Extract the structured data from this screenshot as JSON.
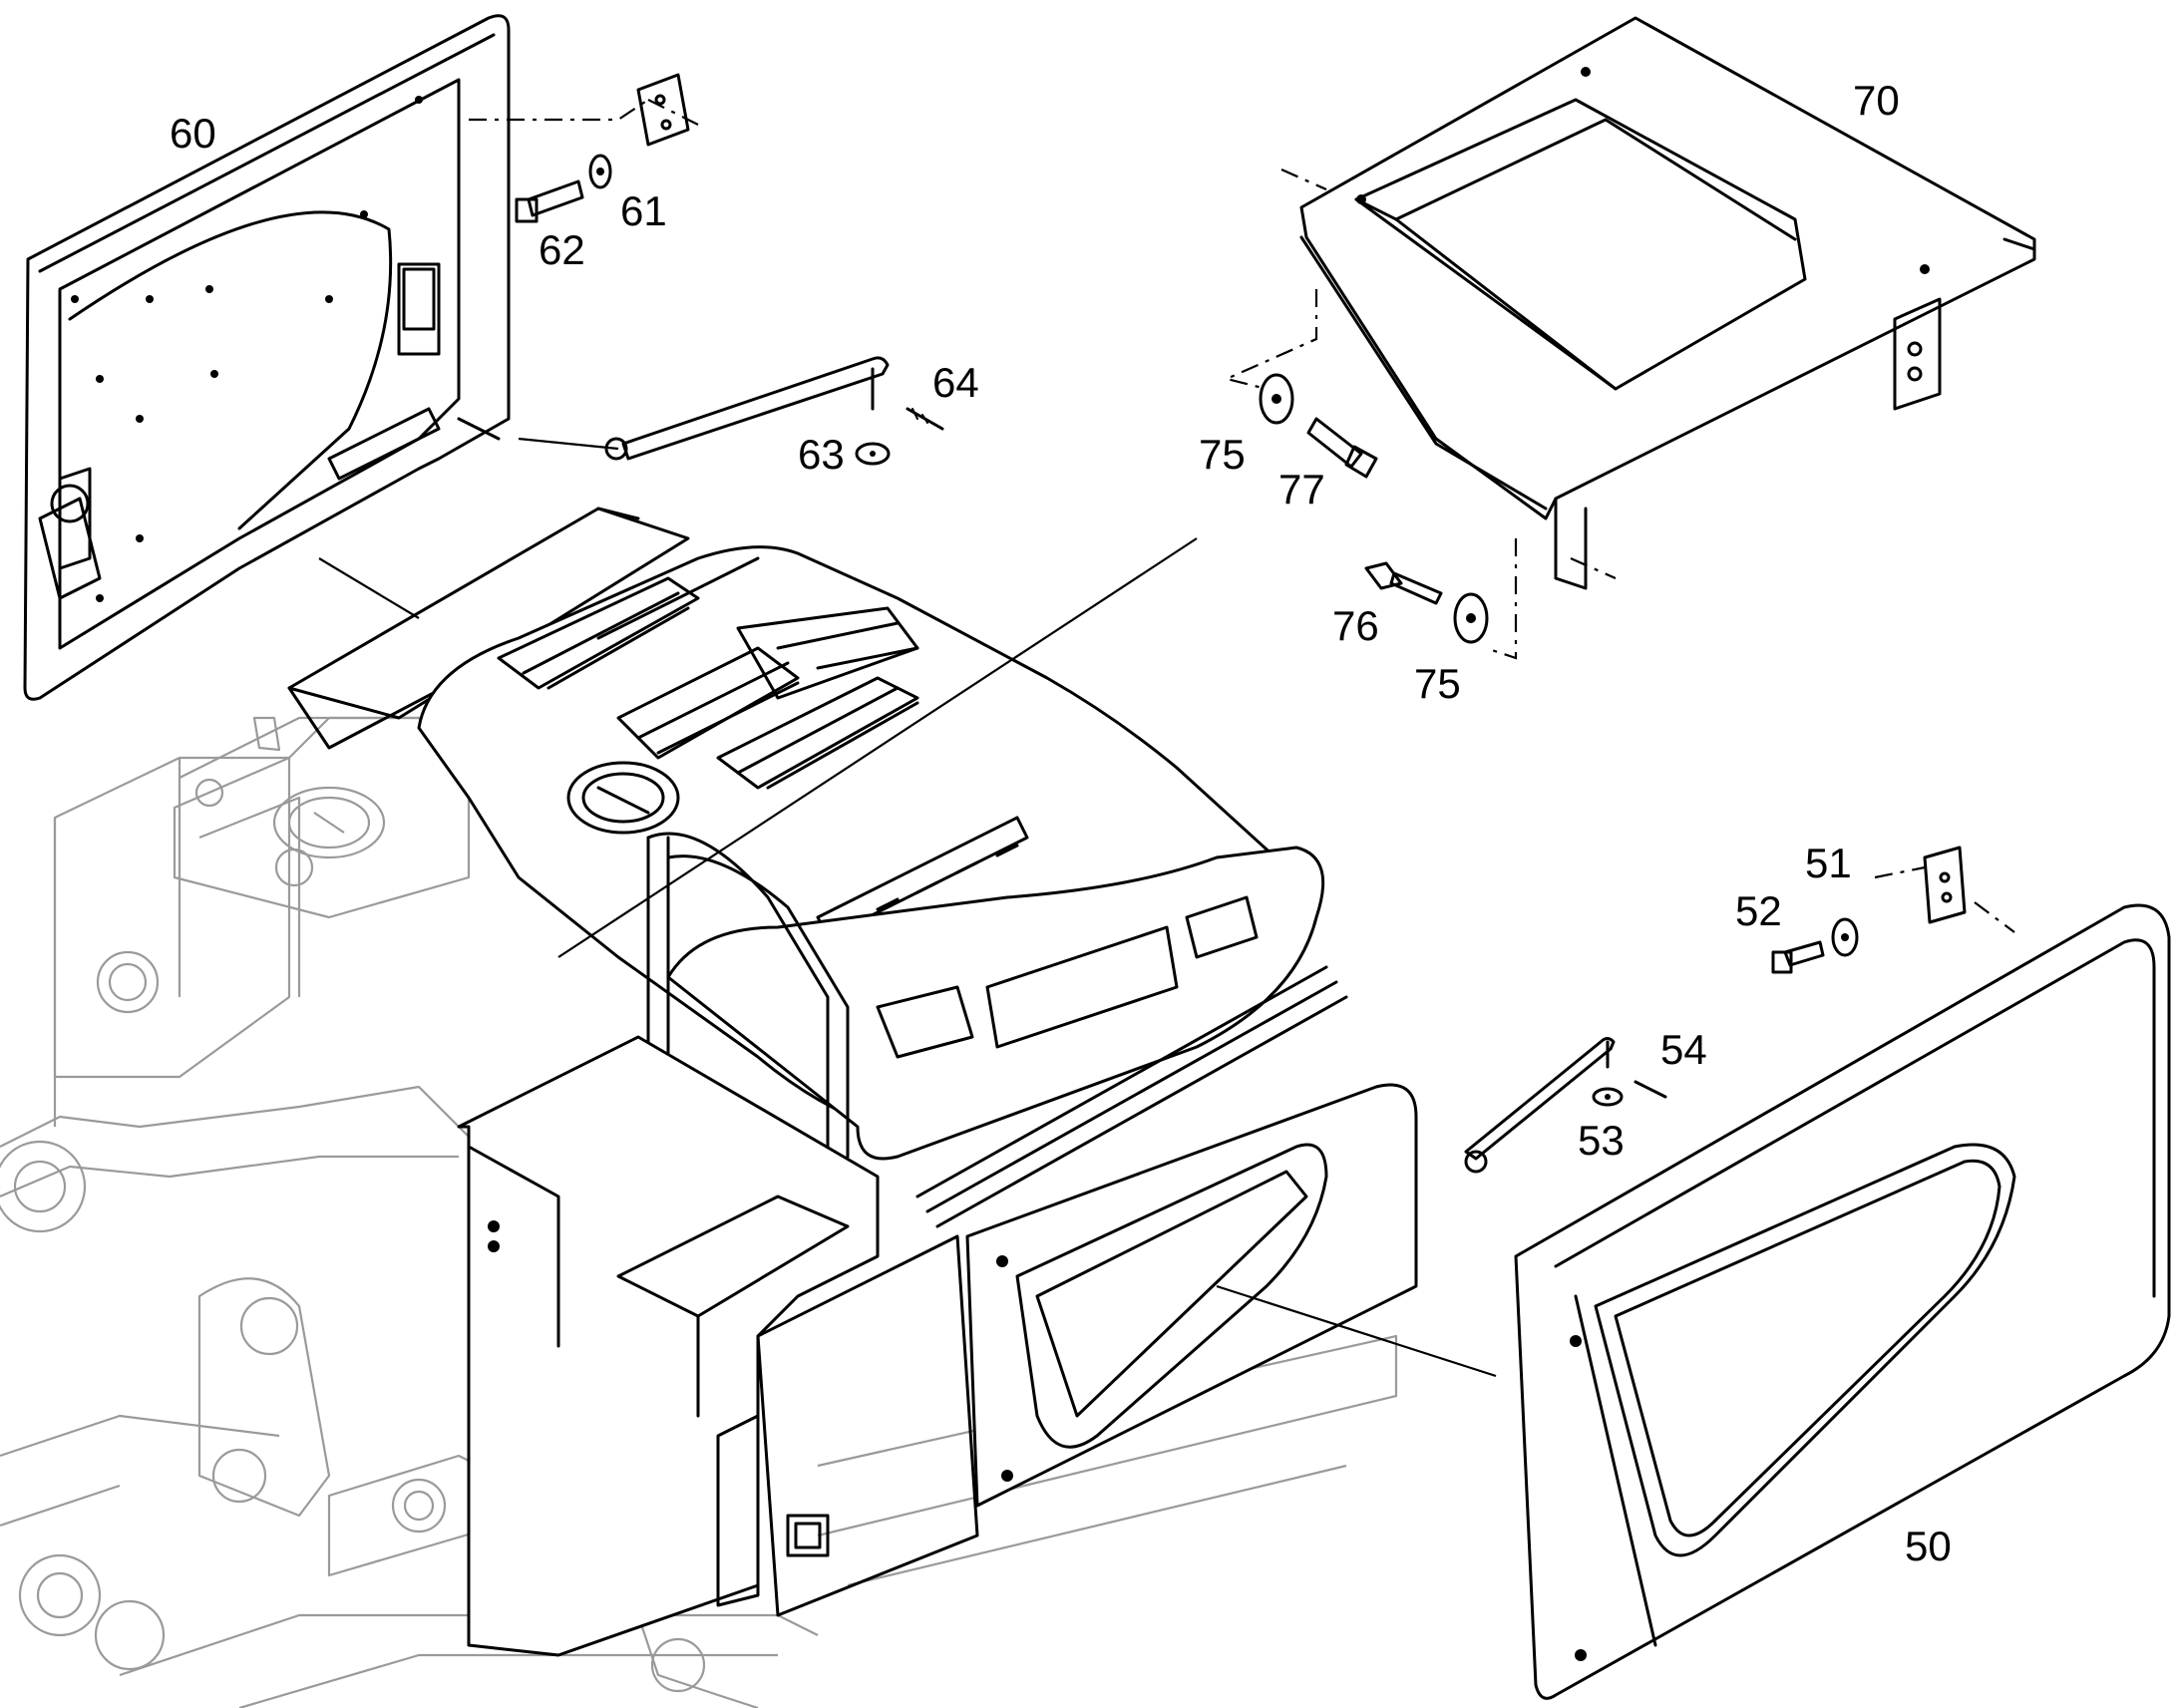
{
  "callouts": {
    "c50": "50",
    "c51": "51",
    "c52": "52",
    "c53": "53",
    "c54": "54",
    "c60": "60",
    "c61": "61",
    "c62": "62",
    "c63": "63",
    "c64": "64",
    "c70": "70",
    "c75a": "75",
    "c75b": "75",
    "c76": "76",
    "c77": "77"
  }
}
